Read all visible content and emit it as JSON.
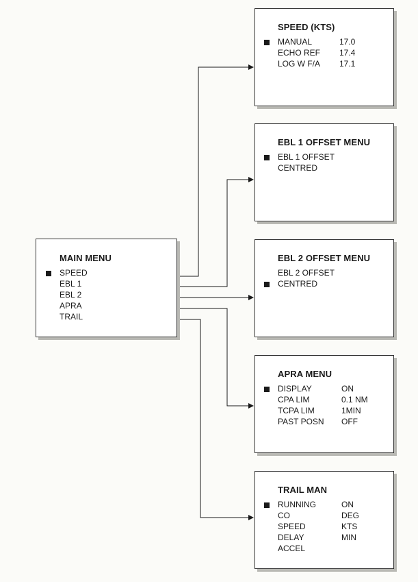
{
  "main_menu": {
    "title": "MAIN MENU",
    "items": [
      "SPEED",
      "EBL 1",
      "EBL 2",
      "APRA",
      "TRAIL"
    ]
  },
  "speed_menu": {
    "title": "SPEED (KTS)",
    "items": [
      {
        "label": "MANUAL",
        "value": "17.0"
      },
      {
        "label": "ECHO REF",
        "value": "17.4"
      },
      {
        "label": "LOG W F/A",
        "value": "17.1"
      }
    ]
  },
  "ebl1_menu": {
    "title": "EBL 1 OFFSET MENU",
    "items": [
      "EBL 1 OFFSET",
      "CENTRED"
    ]
  },
  "ebl2_menu": {
    "title": "EBL 2 OFFSET MENU",
    "items": [
      "EBL 2 OFFSET",
      "CENTRED"
    ]
  },
  "apra_menu": {
    "title": "APRA MENU",
    "items": [
      {
        "label": "DISPLAY",
        "value": "ON"
      },
      {
        "label": "CPA LIM",
        "value": "0.1 NM"
      },
      {
        "label": "TCPA LIM",
        "value": "1MIN"
      },
      {
        "label": "PAST POSN",
        "value": "OFF"
      }
    ]
  },
  "trail_menu": {
    "title": "TRAIL MAN",
    "items": [
      {
        "label": "RUNNING",
        "value": "ON"
      },
      {
        "label": "CO",
        "value": "DEG"
      },
      {
        "label": "SPEED",
        "value": "KTS"
      },
      {
        "label": "DELAY",
        "value": "MIN"
      },
      {
        "label": "ACCEL",
        "value": ""
      }
    ]
  }
}
